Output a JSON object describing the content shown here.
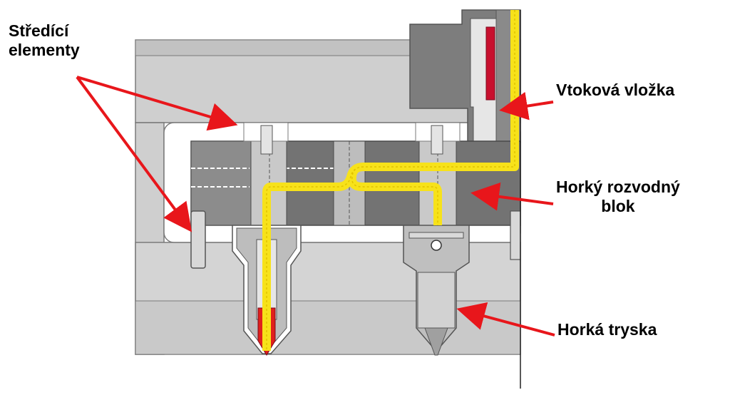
{
  "labels": {
    "centering_elements": {
      "line1": "Středící",
      "line2": "elementy"
    },
    "sprue_bushing": "Vtoková vložka",
    "hot_manifold": {
      "line1": "Horký rozvodný",
      "line2": "blok"
    },
    "hot_nozzle": "Horká tryska"
  },
  "colors": {
    "arrow": "#e8161b",
    "melt_channel": "#f7e21a",
    "plate_light": "#cfcfcf",
    "plate_dark": "#757575",
    "heater": "#c8102e"
  }
}
